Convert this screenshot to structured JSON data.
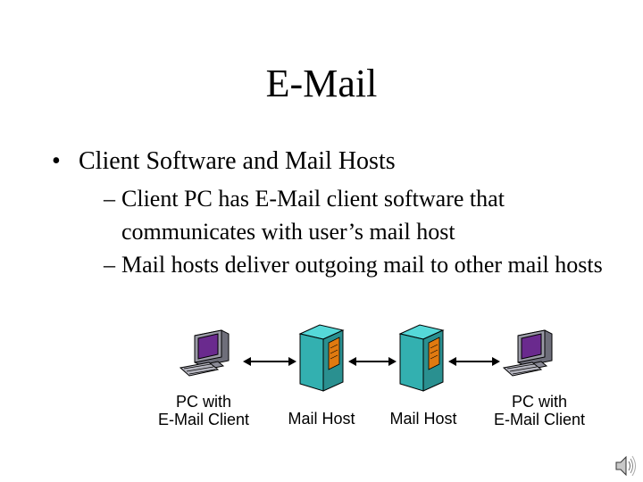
{
  "slide": {
    "title": "E-Mail",
    "bullet": "•",
    "level1": "Client Software and Mail Hosts",
    "dash": "–",
    "level2": [
      "Client PC has E-Mail client software that communicates with user’s mail host",
      "Mail hosts deliver outgoing mail to other mail hosts"
    ]
  },
  "diagram": {
    "nodes": [
      {
        "label_line1": "PC with",
        "label_line2": "E-Mail Client",
        "icon": "pc-icon"
      },
      {
        "label_line1": "Mail Host",
        "label_line2": "",
        "icon": "server-tower-icon"
      },
      {
        "label_line1": "Mail Host",
        "label_line2": "",
        "icon": "server-tower-icon"
      },
      {
        "label_line1": "PC with",
        "label_line2": "E-Mail Client",
        "icon": "pc-icon"
      }
    ],
    "colors": {
      "monitor": "#9a9aa6",
      "screen": "#6a2a8e",
      "server": "#33b0b0",
      "server_light": "#55d8d8",
      "server_panel": "#e07a10"
    }
  }
}
